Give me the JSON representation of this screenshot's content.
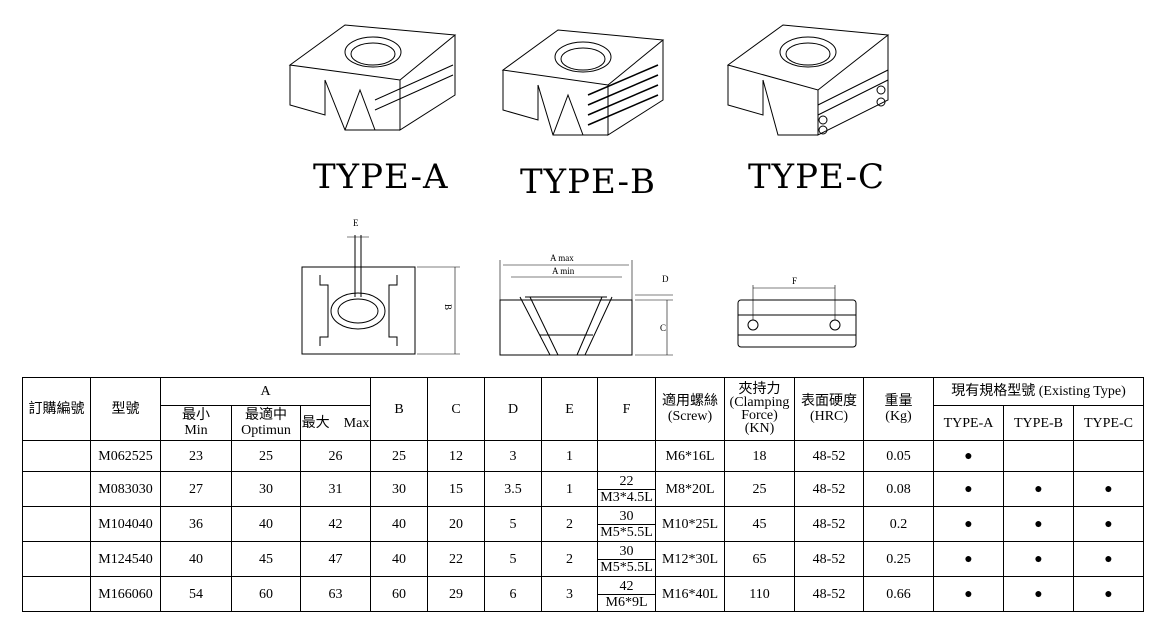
{
  "types": [
    "TYPE-A",
    "TYPE-B",
    "TYPE-C"
  ],
  "diagram_labels": {
    "e": "E",
    "b": "B",
    "a_max": "A max",
    "a_min": "A min",
    "d": "D",
    "c": "C",
    "f": "F"
  },
  "table": {
    "headers": {
      "order_no": "訂購編號",
      "model": "型號",
      "a": "A",
      "a_min": "最小\nMin",
      "a_opt": "最適中\nOptimun",
      "a_max": "最大　Max",
      "b": "B",
      "c": "C",
      "d": "D",
      "e": "E",
      "f": "F",
      "screw": "適用螺絲\n(Screw)",
      "force": "夾持力\n(Clamping\nForce)\n(KN)",
      "hrc": "表面硬度\n(HRC)",
      "weight": "重量\n(Kg)",
      "existing": "現有規格型號 (Existing Type)",
      "type_a": "TYPE-A",
      "type_b": "TYPE-B",
      "type_c": "TYPE-C"
    },
    "rows": [
      {
        "order": "",
        "model": "M062525",
        "amin": "23",
        "aopt": "25",
        "amax": "26",
        "b": "25",
        "c": "12",
        "d": "3",
        "e": "1",
        "f1": "",
        "f2": "",
        "screw": "M6*16L",
        "force": "18",
        "hrc": "48-52",
        "weight": "0.05",
        "ta": "●",
        "tb": "",
        "tc": ""
      },
      {
        "order": "",
        "model": "M083030",
        "amin": "27",
        "aopt": "30",
        "amax": "31",
        "b": "30",
        "c": "15",
        "d": "3.5",
        "e": "1",
        "f1": "22",
        "f2": "M3*4.5L",
        "screw": "M8*20L",
        "force": "25",
        "hrc": "48-52",
        "weight": "0.08",
        "ta": "●",
        "tb": "●",
        "tc": "●"
      },
      {
        "order": "",
        "model": "M104040",
        "amin": "36",
        "aopt": "40",
        "amax": "42",
        "b": "40",
        "c": "20",
        "d": "5",
        "e": "2",
        "f1": "30",
        "f2": "M5*5.5L",
        "screw": "M10*25L",
        "force": "45",
        "hrc": "48-52",
        "weight": "0.2",
        "ta": "●",
        "tb": "●",
        "tc": "●"
      },
      {
        "order": "",
        "model": "M124540",
        "amin": "40",
        "aopt": "45",
        "amax": "47",
        "b": "40",
        "c": "22",
        "d": "5",
        "e": "2",
        "f1": "30",
        "f2": "M5*5.5L",
        "screw": "M12*30L",
        "force": "65",
        "hrc": "48-52",
        "weight": "0.25",
        "ta": "●",
        "tb": "●",
        "tc": "●"
      },
      {
        "order": "",
        "model": "M166060",
        "amin": "54",
        "aopt": "60",
        "amax": "63",
        "b": "60",
        "c": "29",
        "d": "6",
        "e": "3",
        "f1": "42",
        "f2": "M6*9L",
        "screw": "M16*40L",
        "force": "110",
        "hrc": "48-52",
        "weight": "0.66",
        "ta": "●",
        "tb": "●",
        "tc": "●"
      }
    ]
  }
}
